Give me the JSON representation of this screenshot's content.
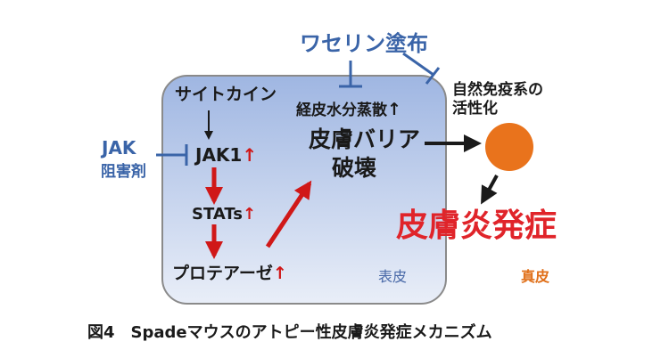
{
  "labels": {
    "vaseline": "ワセリン塗布",
    "natural_immunity_line1": "自然免疫系の",
    "natural_immunity_line2": "活性化",
    "cytokine": "サイトカイン",
    "jak_line1": "JAK",
    "jak_line2": "阻害剤",
    "jak1": "JAK1",
    "stats": "STATs",
    "protease": "プロテアーゼ",
    "tewl": "経皮水分蒸散",
    "barrier_line1": "皮膚バリア",
    "barrier_line2": "破壊",
    "dermatitis": "皮膚炎発症",
    "epidermis": "表皮",
    "dermis": "真皮",
    "up_arrow": "↑"
  },
  "caption": "図4　Spadeマウスのアトピー性皮膚炎発症メカニズム",
  "colors": {
    "epidermis_fill_top": "#9fb6e2",
    "epidermis_fill_bottom": "#e9eef8",
    "inhibitor_blue": "#3a64a8",
    "arrow_red": "#d01818",
    "dermis_circle": "#e9731c",
    "text_dark": "#1a1a1a",
    "dermatitis_red": "#e0242a"
  }
}
